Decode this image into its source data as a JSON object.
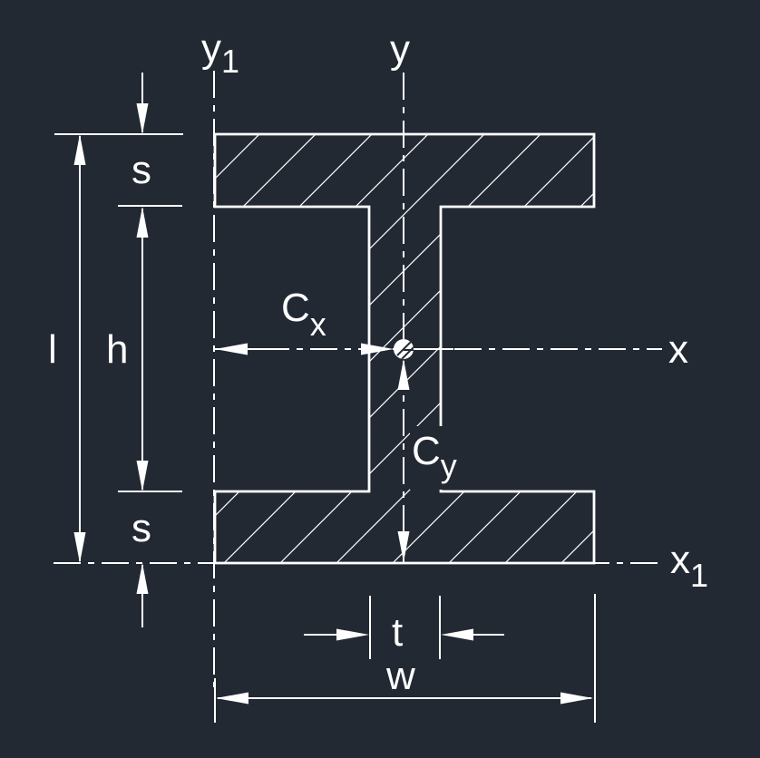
{
  "colors": {
    "background": "#222933",
    "line": "#ffffff"
  },
  "axes": {
    "y1": {
      "main": "y",
      "sub": "1"
    },
    "y": {
      "label": "y"
    },
    "x": {
      "label": "x"
    },
    "x1": {
      "main": "x",
      "sub": "1"
    }
  },
  "dimensions": {
    "overall_height": {
      "label": "l"
    },
    "web_height": {
      "label": "h"
    },
    "flange_thickness_top": {
      "label": "s"
    },
    "flange_thickness_bottom": {
      "label": "s"
    },
    "centroid_x": {
      "main": "C",
      "sub": "x"
    },
    "centroid_y": {
      "main": "C",
      "sub": "y"
    },
    "web_thickness": {
      "label": "t"
    },
    "overall_width": {
      "label": "w"
    }
  }
}
